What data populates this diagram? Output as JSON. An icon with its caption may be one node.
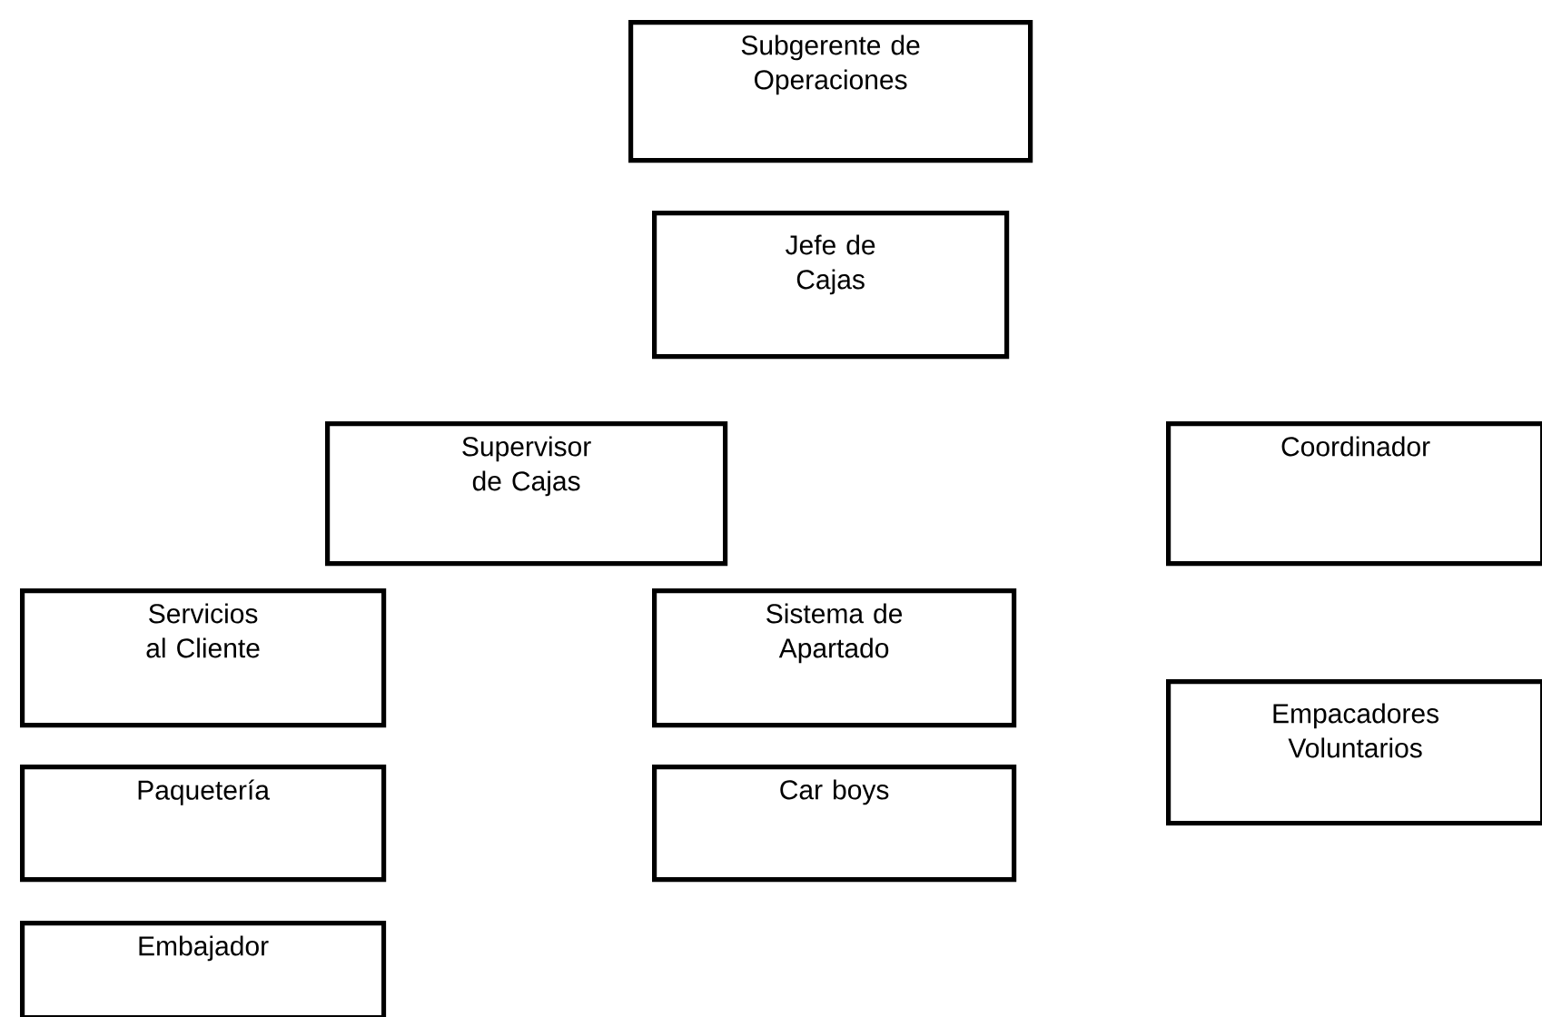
{
  "diagram": {
    "nodes": [
      {
        "text": [
          "Subgerente de Operaciones"
        ]
      },
      {
        "text": [
          "Jefe de Cajas"
        ]
      },
      {
        "text": [
          "Supervisor de Cajas"
        ]
      },
      {
        "text": [
          "Coordinador"
        ]
      },
      {
        "text": [
          "Servicios al Cliente"
        ]
      },
      {
        "text": [
          "Sistema de Apartado"
        ]
      },
      {
        "text": [
          "Empacadores Voluntarios"
        ]
      },
      {
        "text": [
          "Paquetería"
        ]
      },
      {
        "text": [
          "Car boys"
        ]
      },
      {
        "text": [
          "Embajador"
        ]
      }
    ]
  }
}
